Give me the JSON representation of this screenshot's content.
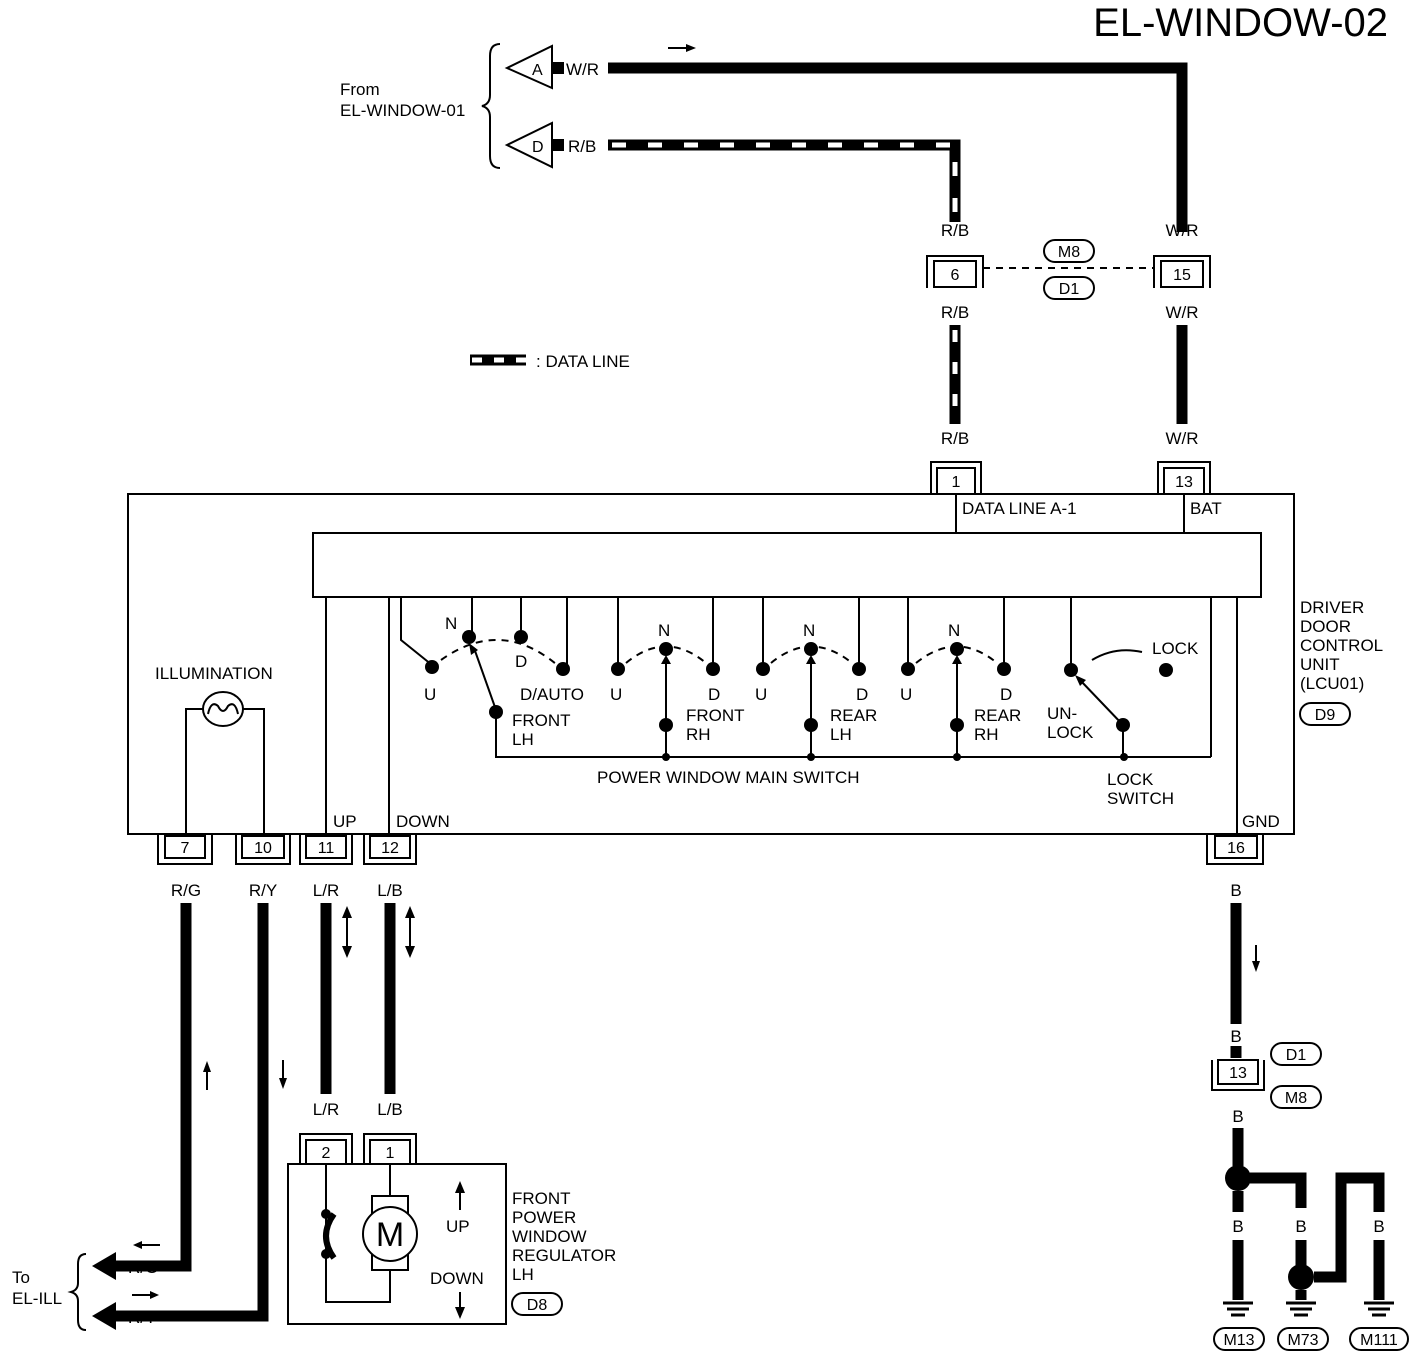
{
  "title": "EL-WINDOW-02",
  "from": {
    "line1": "From",
    "line2": "EL-WINDOW-01",
    "term_a": "A",
    "term_d": "D"
  },
  "wires": {
    "wr": "W/R",
    "rb": "R/B",
    "rg": "R/G",
    "ry": "R/Y",
    "lr": "L/R",
    "lb": "L/B",
    "b": "B"
  },
  "connectors": {
    "m8": "M8",
    "d1": "D1",
    "d8": "D8",
    "d9": "D9",
    "m13": "M13",
    "m73": "M73",
    "m111": "M111"
  },
  "pins": {
    "p6": "6",
    "p15": "15",
    "p1": "1",
    "p13": "13",
    "p7": "7",
    "p10": "10",
    "p11": "11",
    "p12": "12",
    "p16": "16",
    "jc13": "13",
    "m2": "2",
    "m1": "1"
  },
  "legend": {
    "data_line": ": DATA LINE"
  },
  "unit": {
    "data_line_a1": "DATA LINE A-1",
    "bat": "BAT",
    "gnd": "GND",
    "up": "UP",
    "down": "DOWN",
    "illumination": "ILLUMINATION",
    "name": [
      "DRIVER",
      "DOOR",
      "CONTROL",
      "UNIT",
      "(LCU01)"
    ]
  },
  "switch": {
    "main_label": "POWER WINDOW MAIN SWITCH",
    "n": "N",
    "u": "U",
    "d": "D",
    "d_auto": "D/AUTO",
    "front_lh": [
      "FRONT",
      "LH"
    ],
    "front_rh": [
      "FRONT",
      "RH"
    ],
    "rear_lh": [
      "REAR",
      "LH"
    ],
    "rear_rh": [
      "REAR",
      "RH"
    ],
    "lock": "LOCK",
    "unlock": [
      "UN-",
      "LOCK"
    ],
    "lock_switch": [
      "LOCK",
      "SWITCH"
    ]
  },
  "motor": {
    "symbol": "M",
    "up": "UP",
    "down": "DOWN",
    "name": [
      "FRONT",
      "POWER",
      "WINDOW",
      "REGULATOR",
      "LH"
    ]
  },
  "to_ill": {
    "line1": "To",
    "line2": "EL-ILL"
  }
}
